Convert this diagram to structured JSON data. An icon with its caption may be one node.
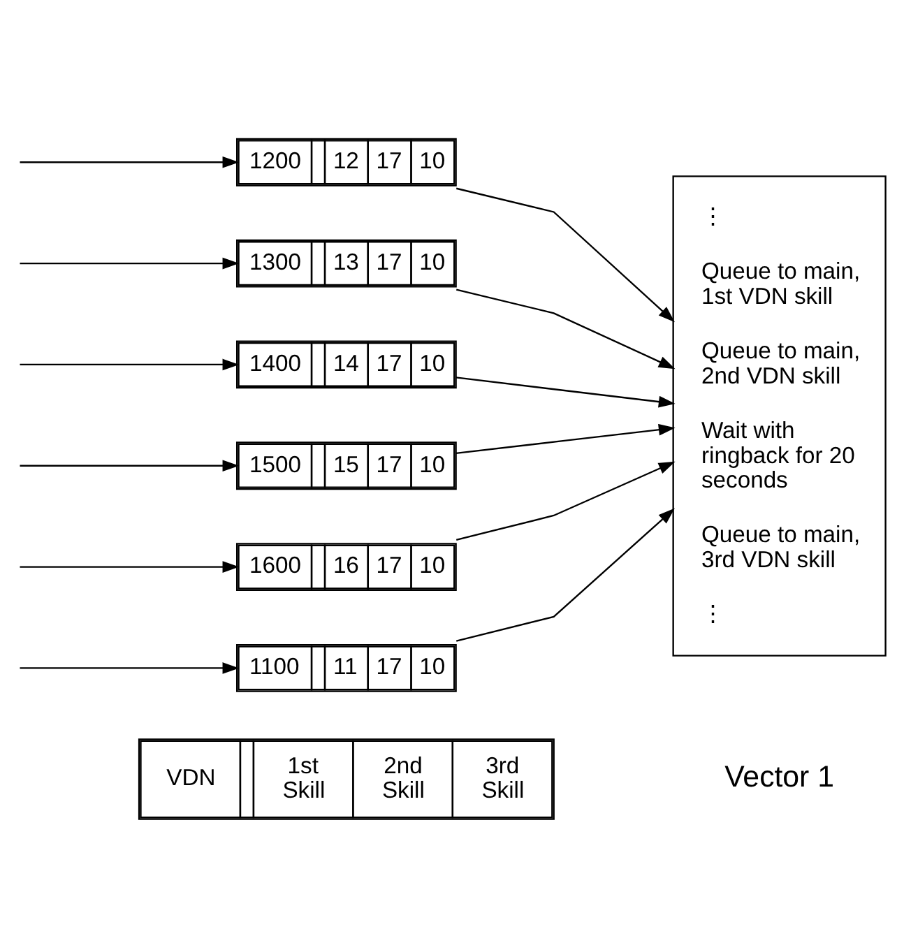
{
  "diagram": {
    "nodes": [
      {
        "text": [
          "VDN",
          "1st Skill",
          "2nd Skill",
          "3rd Skill"
        ]
      },
      {
        "text": [
          "1100",
          "11",
          "17",
          "10"
        ]
      },
      {
        "text": [
          "1200",
          "12",
          "17",
          "10"
        ]
      },
      {
        "text": [
          "1300",
          "13",
          "17",
          "10"
        ]
      },
      {
        "text": [
          "1400",
          "14",
          "17",
          "10"
        ]
      },
      {
        "text": [
          "1500",
          "15",
          "17",
          "10"
        ]
      },
      {
        "text": [
          "1600",
          "16",
          "17",
          "10"
        ]
      },
      {
        "text": [
          "⋮",
          "Queue to main, 1st VDN skill",
          "Queue to main, 2nd VDN skill",
          "Wait with ringback for 20 seconds",
          "Queue to main, 3rd VDN skill",
          "⋮"
        ]
      }
    ],
    "edges": [
      {
        "from": null,
        "to": 1,
        "arrow": "to"
      },
      {
        "from": null,
        "to": 2,
        "arrow": "to"
      },
      {
        "from": null,
        "to": 3,
        "arrow": "to"
      },
      {
        "from": null,
        "to": 4,
        "arrow": "to"
      },
      {
        "from": null,
        "to": 5,
        "arrow": "to"
      },
      {
        "from": null,
        "to": 6,
        "arrow": "to"
      },
      {
        "from": 1,
        "to": 7,
        "arrow": "to"
      },
      {
        "from": 2,
        "to": 7,
        "arrow": "to"
      },
      {
        "from": 3,
        "to": 7,
        "arrow": "to"
      },
      {
        "from": 4,
        "to": 7,
        "arrow": "to"
      },
      {
        "from": 5,
        "to": 7,
        "arrow": "to"
      },
      {
        "from": 6,
        "to": 7,
        "arrow": "to"
      }
    ],
    "labels": [
      "Vector 1"
    ]
  }
}
